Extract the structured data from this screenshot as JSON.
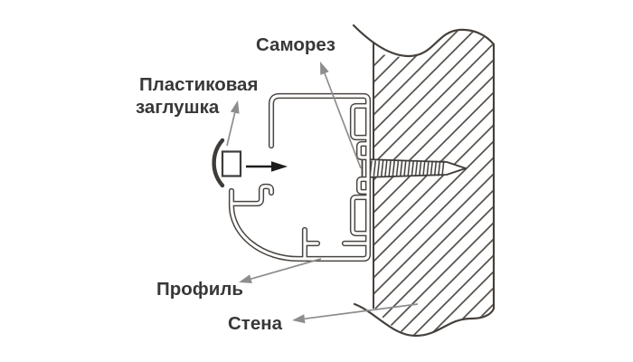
{
  "diagram": {
    "labels": {
      "screw": "Саморез",
      "plug_line1": "Пластиковая",
      "plug_line2": "заглушка",
      "profile": "Профиль",
      "wall": "Стена"
    },
    "colors": {
      "background": "#ffffff",
      "outline": "#45403c",
      "profile_line": "#4a4541",
      "leader_arrow": "#8d8d8d",
      "insertion_arrow": "#1d1d1b",
      "text": "#383838"
    }
  }
}
